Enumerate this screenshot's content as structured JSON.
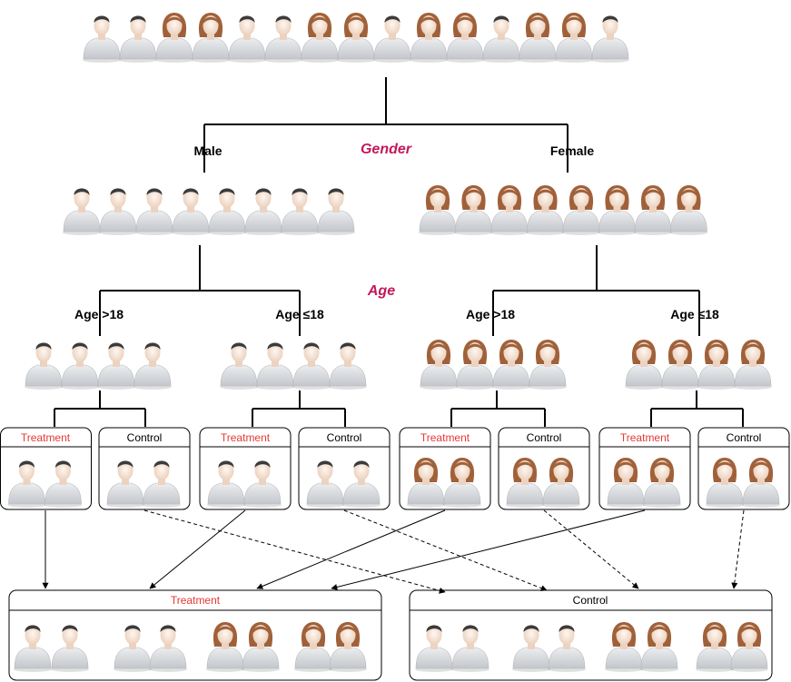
{
  "labels": {
    "gender": "Gender",
    "age": "Age",
    "male": "Male",
    "female": "Female",
    "age_gt": "Age >18",
    "age_le": "Age ≤18",
    "treatment": "Treatment",
    "control": "Control"
  },
  "colors": {
    "accent_title": "#c2185b",
    "treatment_text": "#e53935",
    "line": "#000000",
    "skin": "#f6e6da",
    "shirt": "#d6d8dc",
    "male_hair": "#3b3b3b",
    "female_hair": "#a0613a"
  },
  "icons": {
    "male": "male-person-icon",
    "female": "female-person-icon"
  },
  "population": [
    "m",
    "m",
    "f",
    "f",
    "m",
    "m",
    "f",
    "f",
    "m",
    "f",
    "f",
    "m",
    "f",
    "f",
    "m"
  ]
}
